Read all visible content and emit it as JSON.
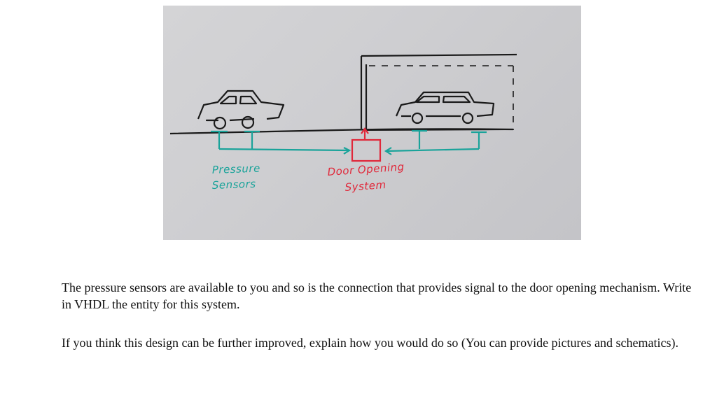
{
  "figure": {
    "labels": {
      "sensors_line1": "Pressure",
      "sensors_line2": "Sensors",
      "door_line1": "Door Opening",
      "door_line2": "System"
    },
    "colors": {
      "ink": "#1a1a1a",
      "sensor": "#1aa39a",
      "door": "#e0283a",
      "board": "#cfcfd2"
    }
  },
  "text": {
    "paragraph1": "The pressure sensors are available to you and so is the connection that provides signal to the door opening mechanism. Write in VHDL the entity for this system.",
    "paragraph2": "If you think this design can be further improved, explain how you would do so (You can provide pictures and schematics)."
  }
}
